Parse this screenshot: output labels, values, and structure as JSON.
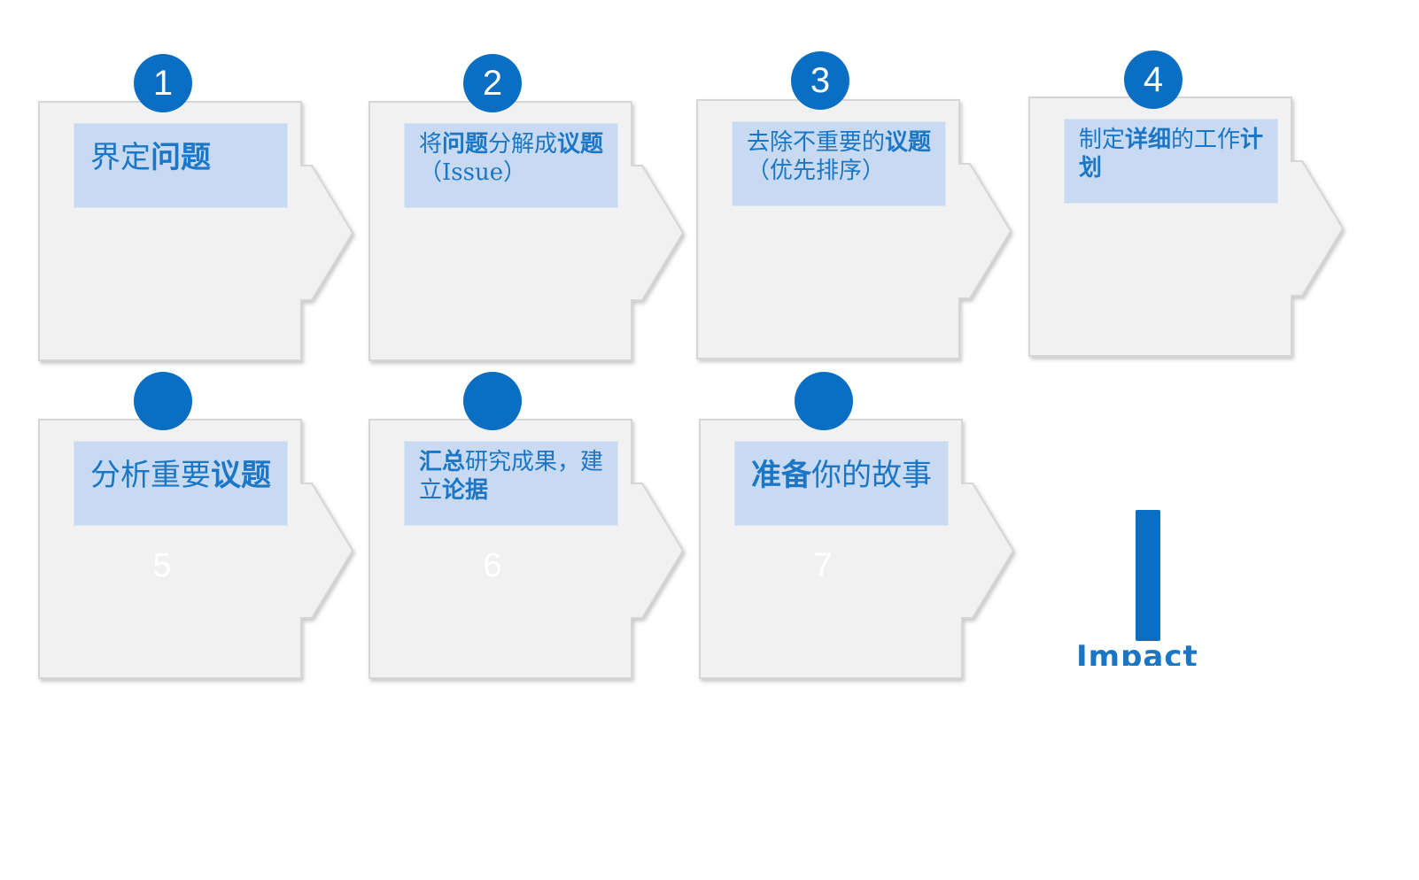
{
  "steps": [
    {
      "number": "1",
      "label_parts": [
        {
          "text": "界定",
          "bold": false
        },
        {
          "text": "问题",
          "bold": true
        }
      ]
    },
    {
      "number": "2",
      "label_parts": [
        {
          "text": "将",
          "bold": false
        },
        {
          "text": "问题",
          "bold": true
        },
        {
          "text": "分解成",
          "bold": false
        },
        {
          "text": "议题",
          "bold": true
        },
        {
          "text": "（Issue）",
          "bold": false
        }
      ]
    },
    {
      "number": "3",
      "label_parts": [
        {
          "text": "去除不重要的",
          "bold": false
        },
        {
          "text": "议题",
          "bold": true
        },
        {
          "text": "（优先排序）",
          "bold": false
        }
      ]
    },
    {
      "number": "4",
      "label_parts": [
        {
          "text": "制定",
          "bold": false
        },
        {
          "text": "详细",
          "bold": true
        },
        {
          "text": "的工作",
          "bold": false
        },
        {
          "text": "计划",
          "bold": true
        }
      ]
    },
    {
      "number": "5",
      "label_parts": [
        {
          "text": "分析重要",
          "bold": false
        },
        {
          "text": "议题",
          "bold": true
        }
      ]
    },
    {
      "number": "6",
      "label_parts": [
        {
          "text": "汇总",
          "bold": true
        },
        {
          "text": "研究成果，建立",
          "bold": false
        },
        {
          "text": "论据",
          "bold": true
        }
      ]
    },
    {
      "number": "7",
      "label_parts": [
        {
          "text": "准备",
          "bold": true
        },
        {
          "text": "你的故事",
          "bold": false
        }
      ]
    }
  ],
  "impact_label": "Impact",
  "colors": {
    "accent": "#0a6fc2",
    "label_bg": "#c8daf1",
    "label_text": "#1b76c6",
    "arrow_fill": "#f1f1f1",
    "arrow_stroke": "#d6d6d6"
  }
}
